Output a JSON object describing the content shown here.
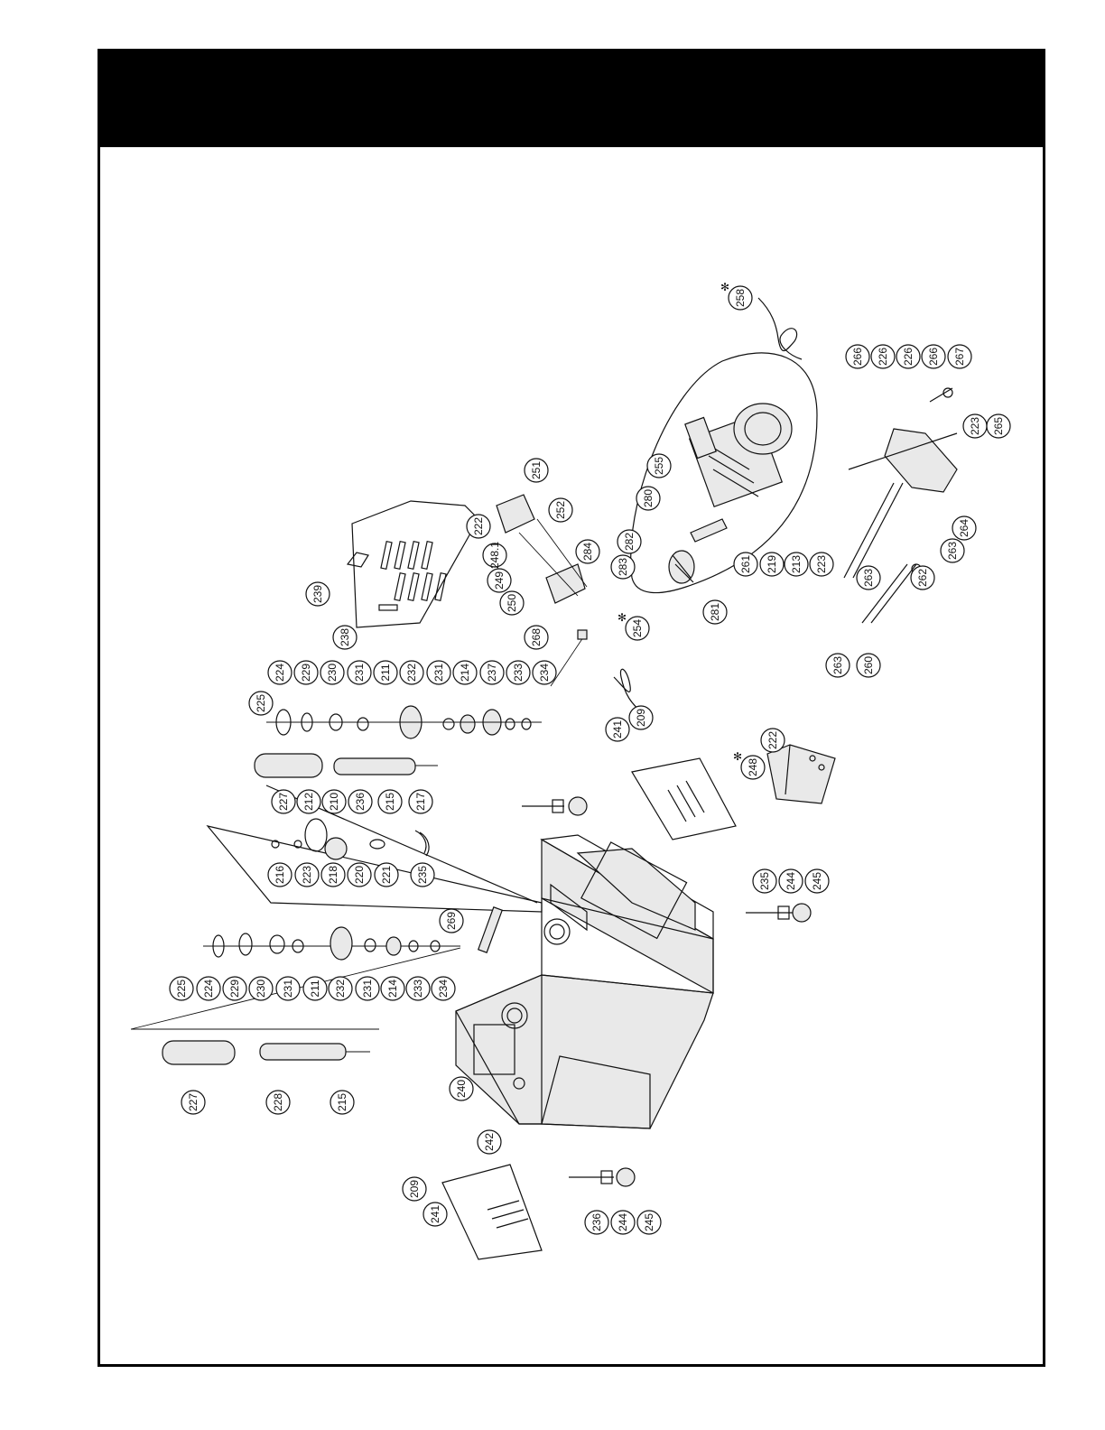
{
  "page": {
    "header_band_text": ""
  },
  "diagram": {
    "note_symbol": "✻",
    "callouts": [
      {
        "id": "c258",
        "label": "258",
        "noted": true
      },
      {
        "id": "c266a",
        "label": "266"
      },
      {
        "id": "c226a",
        "label": "226"
      },
      {
        "id": "c226b",
        "label": "226"
      },
      {
        "id": "c266b",
        "label": "266"
      },
      {
        "id": "c267",
        "label": "267"
      },
      {
        "id": "c223a",
        "label": "223"
      },
      {
        "id": "c265",
        "label": "265"
      },
      {
        "id": "c255",
        "label": "255"
      },
      {
        "id": "c280",
        "label": "280"
      },
      {
        "id": "c282",
        "label": "282"
      },
      {
        "id": "c283",
        "label": "283"
      },
      {
        "id": "c281",
        "label": "281"
      },
      {
        "id": "c261",
        "label": "261"
      },
      {
        "id": "c219",
        "label": "219"
      },
      {
        "id": "c213",
        "label": "213"
      },
      {
        "id": "c223b",
        "label": "223"
      },
      {
        "id": "c264",
        "label": "264"
      },
      {
        "id": "c263a",
        "label": "263"
      },
      {
        "id": "c263b",
        "label": "263"
      },
      {
        "id": "c262",
        "label": "262"
      },
      {
        "id": "c263c",
        "label": "263"
      },
      {
        "id": "c260",
        "label": "260"
      },
      {
        "id": "c251",
        "label": "251"
      },
      {
        "id": "c252",
        "label": "252"
      },
      {
        "id": "c222a",
        "label": "222"
      },
      {
        "id": "c248_1",
        "label": "248.1"
      },
      {
        "id": "c249",
        "label": "249"
      },
      {
        "id": "c250",
        "label": "250"
      },
      {
        "id": "c284",
        "label": "284"
      },
      {
        "id": "c268",
        "label": "268"
      },
      {
        "id": "c254",
        "label": "254",
        "noted": true
      },
      {
        "id": "c239",
        "label": "239"
      },
      {
        "id": "c238",
        "label": "238"
      },
      {
        "id": "c224a",
        "label": "224"
      },
      {
        "id": "c229a",
        "label": "229"
      },
      {
        "id": "c230a",
        "label": "230"
      },
      {
        "id": "c231a",
        "label": "231"
      },
      {
        "id": "c211a",
        "label": "211"
      },
      {
        "id": "c232a",
        "label": "232"
      },
      {
        "id": "c231b",
        "label": "231"
      },
      {
        "id": "c214a",
        "label": "214"
      },
      {
        "id": "c237",
        "label": "237"
      },
      {
        "id": "c233a",
        "label": "233"
      },
      {
        "id": "c234a",
        "label": "234"
      },
      {
        "id": "c225a",
        "label": "225"
      },
      {
        "id": "c227a",
        "label": "227"
      },
      {
        "id": "c212",
        "label": "212"
      },
      {
        "id": "c210",
        "label": "210"
      },
      {
        "id": "c236",
        "label": "236"
      },
      {
        "id": "c215a",
        "label": "215"
      },
      {
        "id": "c217",
        "label": "217"
      },
      {
        "id": "c216",
        "label": "216"
      },
      {
        "id": "c223c",
        "label": "223"
      },
      {
        "id": "c218",
        "label": "218"
      },
      {
        "id": "c220",
        "label": "220"
      },
      {
        "id": "c221",
        "label": "221"
      },
      {
        "id": "c235a",
        "label": "235"
      },
      {
        "id": "c209a",
        "label": "209"
      },
      {
        "id": "c241a",
        "label": "241"
      },
      {
        "id": "c222b",
        "label": "222"
      },
      {
        "id": "c248",
        "label": "248",
        "noted": true
      },
      {
        "id": "c235b",
        "label": "235"
      },
      {
        "id": "c244a",
        "label": "244"
      },
      {
        "id": "c245a",
        "label": "245"
      },
      {
        "id": "c269",
        "label": "269"
      },
      {
        "id": "c225b",
        "label": "225"
      },
      {
        "id": "c224b",
        "label": "224"
      },
      {
        "id": "c229b",
        "label": "229"
      },
      {
        "id": "c230b",
        "label": "230"
      },
      {
        "id": "c231c",
        "label": "231"
      },
      {
        "id": "c211b",
        "label": "211"
      },
      {
        "id": "c232b",
        "label": "232"
      },
      {
        "id": "c231d",
        "label": "231"
      },
      {
        "id": "c214b",
        "label": "214"
      },
      {
        "id": "c233b",
        "label": "233"
      },
      {
        "id": "c234b",
        "label": "234"
      },
      {
        "id": "c227b",
        "label": "227"
      },
      {
        "id": "c228",
        "label": "228"
      },
      {
        "id": "c215b",
        "label": "215"
      },
      {
        "id": "c240",
        "label": "240"
      },
      {
        "id": "c242",
        "label": "242"
      },
      {
        "id": "c209b",
        "label": "209"
      },
      {
        "id": "c241b",
        "label": "241"
      },
      {
        "id": "c236b",
        "label": "236"
      },
      {
        "id": "c244b",
        "label": "244"
      },
      {
        "id": "c245b",
        "label": "245"
      }
    ]
  }
}
